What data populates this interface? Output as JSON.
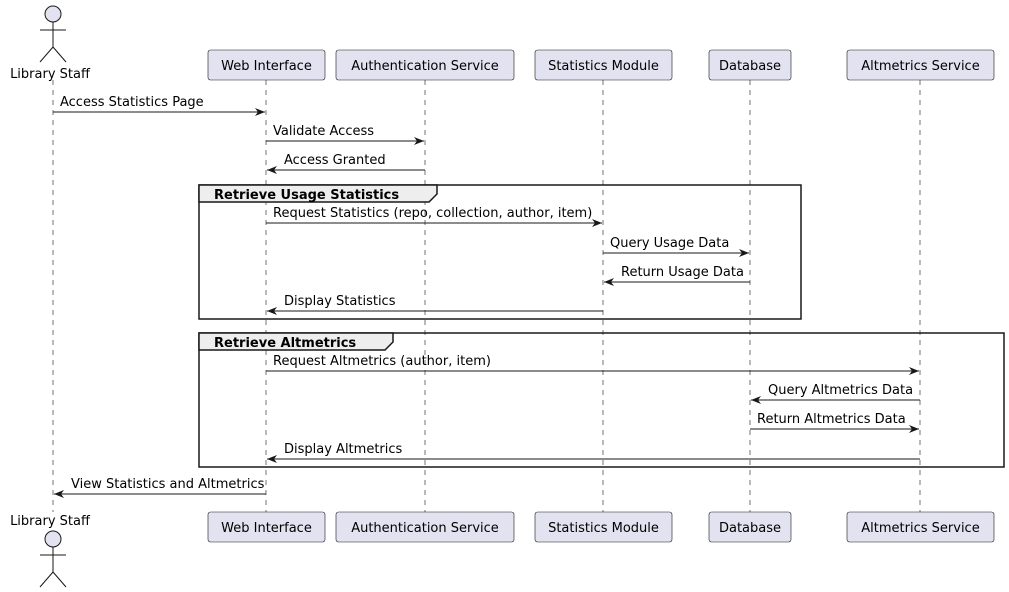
{
  "diagram": {
    "type": "sequence",
    "colors": {
      "participant_fill": "#E2E2F0",
      "participant_stroke": "#181818",
      "lifeline": "#181818",
      "arrow": "#181818",
      "group_header_fill": "#EEEEEE",
      "background": "#FFFFFF"
    },
    "participants": [
      {
        "id": "staff",
        "label": "Library Staff",
        "kind": "actor",
        "icon": "actor-stick-figure-icon"
      },
      {
        "id": "web",
        "label": "Web Interface",
        "kind": "participant"
      },
      {
        "id": "auth",
        "label": "Authentication Service",
        "kind": "participant"
      },
      {
        "id": "stats",
        "label": "Statistics Module",
        "kind": "participant"
      },
      {
        "id": "db",
        "label": "Database",
        "kind": "participant"
      },
      {
        "id": "alt",
        "label": "Altmetrics Service",
        "kind": "participant"
      }
    ],
    "messages": [
      {
        "from": "staff",
        "to": "web",
        "label": "Access Statistics Page"
      },
      {
        "from": "web",
        "to": "auth",
        "label": "Validate Access"
      },
      {
        "from": "auth",
        "to": "web",
        "label": "Access Granted"
      },
      {
        "from": "web",
        "to": "stats",
        "label": "Request Statistics (repo, collection, author, item)"
      },
      {
        "from": "stats",
        "to": "db",
        "label": "Query Usage Data"
      },
      {
        "from": "db",
        "to": "stats",
        "label": "Return Usage Data"
      },
      {
        "from": "stats",
        "to": "web",
        "label": "Display Statistics"
      },
      {
        "from": "web",
        "to": "alt",
        "label": "Request Altmetrics (author, item)"
      },
      {
        "from": "alt",
        "to": "db",
        "label": "Query Altmetrics Data"
      },
      {
        "from": "db",
        "to": "alt",
        "label": "Return Altmetrics Data"
      },
      {
        "from": "alt",
        "to": "web",
        "label": "Display Altmetrics"
      },
      {
        "from": "web",
        "to": "staff",
        "label": "View Statistics and Altmetrics"
      }
    ],
    "groups": [
      {
        "label": "Retrieve Usage Statistics",
        "first_message": 3,
        "last_message": 6
      },
      {
        "label": "Retrieve Altmetrics",
        "first_message": 7,
        "last_message": 10
      }
    ]
  }
}
